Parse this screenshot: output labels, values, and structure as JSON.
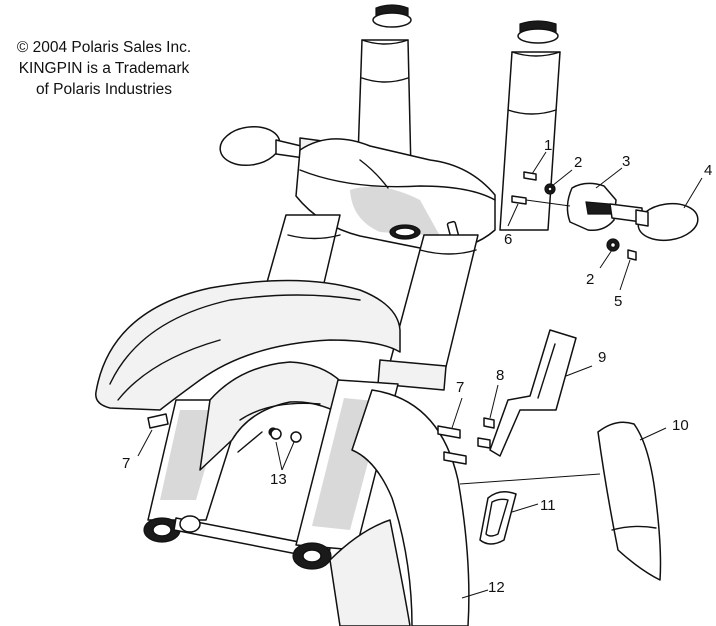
{
  "copyright": {
    "line1": "© 2004 Polaris Sales Inc.",
    "line2": "KINGPIN is a Trademark",
    "line3": "of Polaris Industries"
  },
  "callouts": {
    "c1": "1",
    "c2a": "2",
    "c3": "3",
    "c4": "4",
    "c6": "6",
    "c2b": "2",
    "c5": "5",
    "c7a": "7",
    "c8": "8",
    "c9": "9",
    "c10": "10",
    "c7b": "7",
    "c13": "13",
    "c11": "11",
    "c12": "12"
  }
}
